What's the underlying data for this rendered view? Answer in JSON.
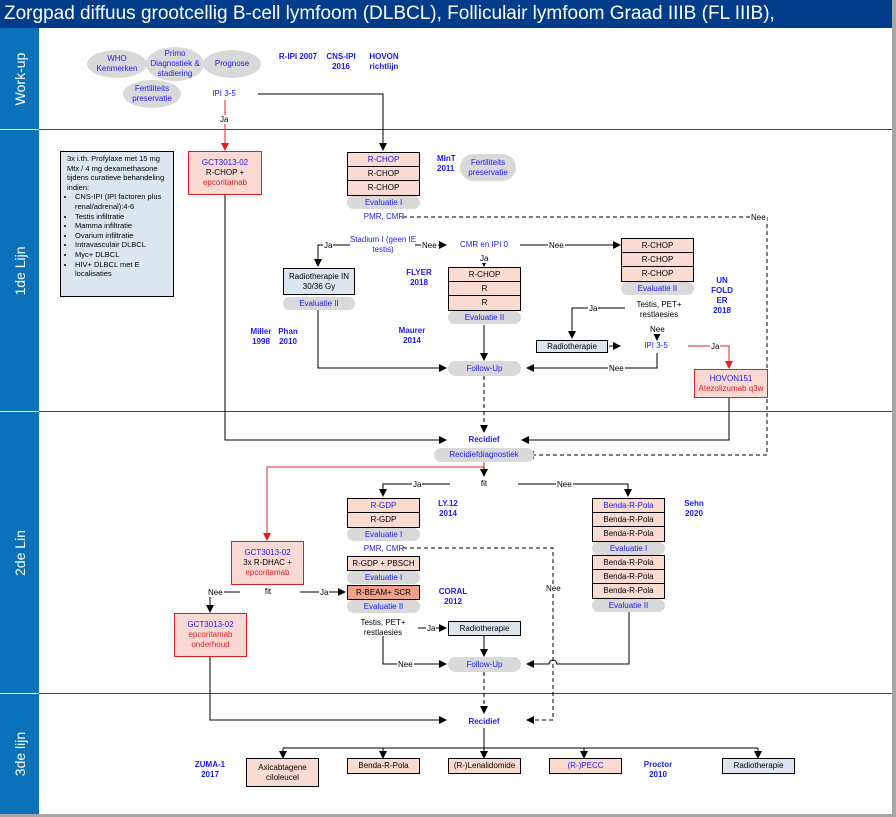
{
  "title": "Zorgpad diffuus grootcellig B-cell lymfoom (DLBCL), Folliculair lymfoom Graad IIIB (FL IIIB),",
  "colors": {
    "title_bar": "#003C8A",
    "lane_label": "#0B72B9",
    "accent_red": "#E02020",
    "link_blue": "#1a1aff",
    "box_salmon": "#FADBD2",
    "box_blue": "#DCE6F0"
  },
  "lanes": [
    "Work-up",
    "1de Lijn",
    "2de Lin",
    "3de lijn"
  ],
  "workup": {
    "pills": [
      "WHO Kenmerken",
      "Primo Diagnostiek & stadiering",
      "Prognose",
      "Fertiliteits preservatie"
    ],
    "refs": [
      "R-IPI 2007",
      "CNS-IPI 2016",
      "HOVON richtlijn"
    ],
    "decision": "IPI 3-5",
    "ja": "Ja"
  },
  "line1": {
    "info_intro": "3x i.th. Profylaxe met 15 mg Mtx / 4 mg dexamethasone tijdens curatieve behandeling indien:",
    "info_items": [
      "CNS-IPI (IPI factoren plus renal/adrenal):4-6",
      "Testis infiltratie",
      "Mamma infiltratie",
      "Ovarium infiltratie",
      "Intravasculair DLBCL",
      "Myc+ DLBCL",
      "HIV+ DLBCL met E localisaties"
    ],
    "gct": {
      "id": "GCT3013-02",
      "line2": "R-CHOP +",
      "line3": "epcoritamab"
    },
    "rchop_stack": [
      "R-CHOP",
      "R-CHOP",
      "R-CHOP"
    ],
    "evaluatie1": "Evaluatie I",
    "mint": "MInT 2011",
    "fert": "Fertiliteits preservatie",
    "pmr_cmr": "PMR, CMR",
    "stadium": "Stadium I (geen IE testis)",
    "cmr_ipi0": "CMR en IPI 0",
    "radio_box": "Radiotherapie IN 30/36 Gy",
    "evaluatie2_radio": "Evaluatie II",
    "flyer": "FLYER 2018",
    "rchop_r_stack": [
      "R-CHOP",
      "R",
      "R"
    ],
    "evaluatie2_mid": "Evaluatie II",
    "rchop_right_stack": [
      "R-CHOP",
      "R-CHOP",
      "R-CHOP"
    ],
    "evaluatie2_right": "Evaluatie II",
    "unfolder": "UN FOLD ER 2018",
    "testis_pet": "Testis, PET+ restlaesies",
    "radiotherapie": "Radiotherapie",
    "ipi35": "IPI 3-5",
    "hovon": {
      "id": "HOVON151",
      "drug": "Atezolizumab q3w"
    },
    "miller": "Miller 1998",
    "phan": "Phan 2010",
    "maurer": "Maurer 2014",
    "followup": "Follow-Up",
    "labels": {
      "ja": "Ja",
      "nee": "Nee"
    }
  },
  "line2": {
    "recidief": "Recidief",
    "recidiefdiagnostiek": "Recidiefdiagnostiek",
    "fit": "fit",
    "gct_dhac": {
      "id": "GCT3013-02",
      "line2": "3x R-DHAC +",
      "line3": "epcoritamab"
    },
    "fit2": "fit",
    "gct_maint": {
      "id": "GCT3013-02",
      "line2": "epcoritamab",
      "line3": "onderhoud"
    },
    "rgdp_stack": [
      "R-GDP",
      "R-GDP"
    ],
    "ly12": "LY.12 2014",
    "evaluatie1": "Evaluatie I",
    "pmr_cmr": "PMR, CMR",
    "rgdp_pbsch": "R-GDP + PBSCH",
    "evaluatie1b": "Evaluatie I",
    "rbeam": "R-BEAM+ SCR",
    "coral": "CORAL 2012",
    "evaluatie2": "Evaluatie II",
    "testis_pet": "Testis, PET+ restlaesies",
    "radiotherapie": "Radiotherapie",
    "followup": "Follow-Up",
    "benda_stack1": [
      "Benda-R-Pola",
      "Benda-R-Pola",
      "Benda-R-Pola"
    ],
    "sehn": "Sehn 2020",
    "evaluatie_b1": "Evaluatie I",
    "benda_stack2": [
      "Benda-R-Pola",
      "Benda-R-Pola",
      "Benda-R-Pola"
    ],
    "evaluatie_b2": "Evaluatie II"
  },
  "line3": {
    "recidief": "Recidief",
    "zuma": "ZUMA-1 2017",
    "options": [
      "Axicabtagene ciloleucel",
      "Benda-R-Pola",
      "(R-)Lenalidomide",
      "(R-)PECC",
      "Radiotherapie"
    ],
    "proctor": "Proctor 2010"
  }
}
